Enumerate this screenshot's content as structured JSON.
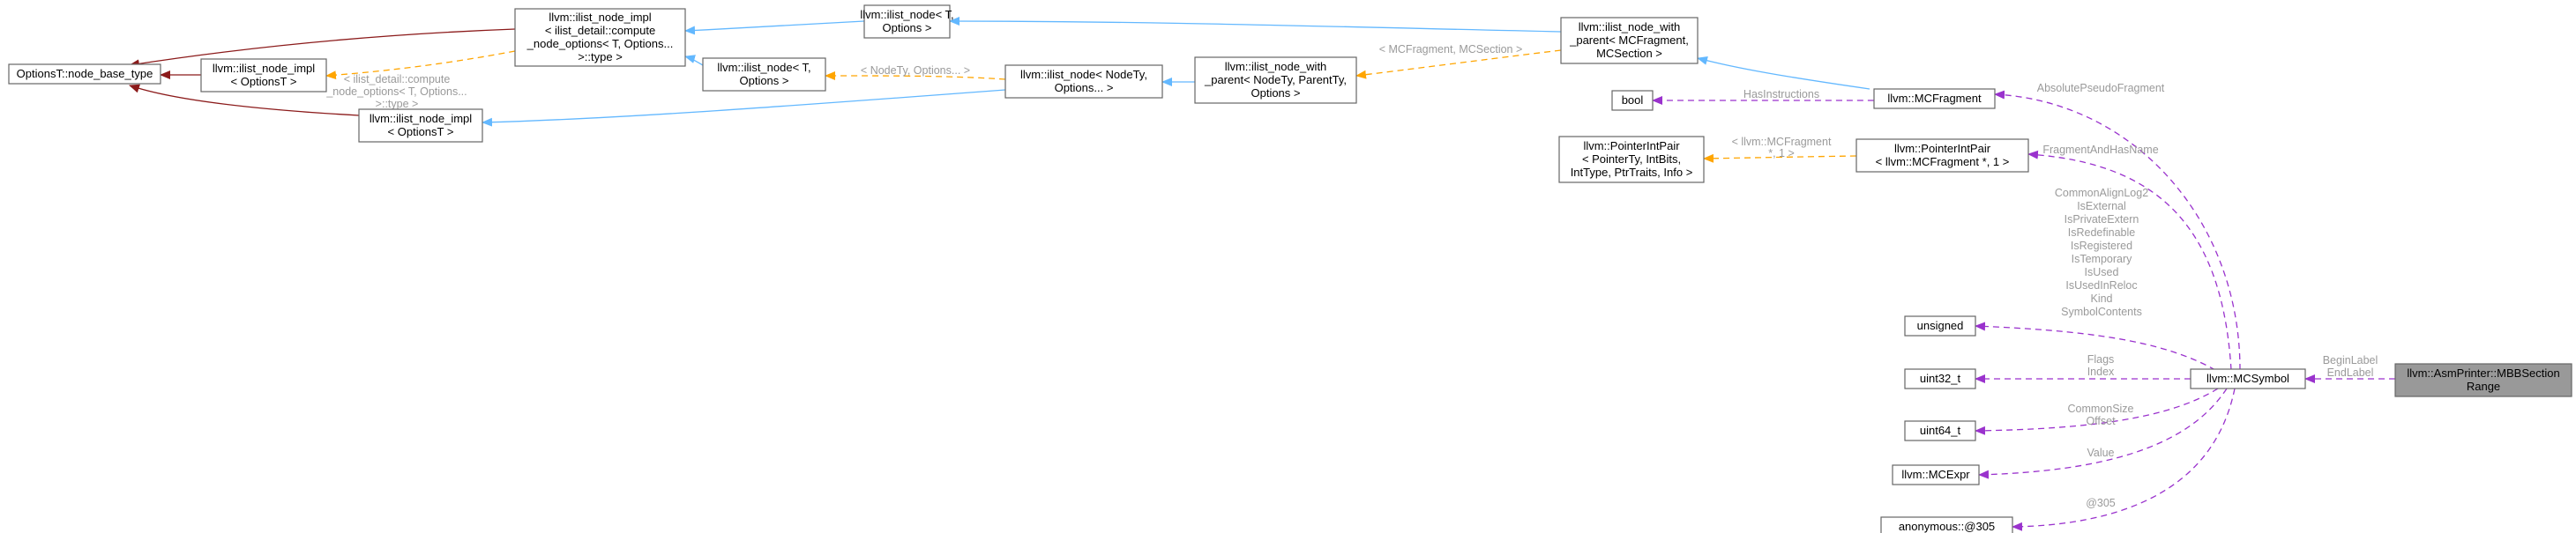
{
  "nodes": [
    {
      "id": "node_base_type",
      "name": "node-optionst-node-base-type",
      "lines": [
        "OptionsT::node_base_type"
      ]
    },
    {
      "id": "impl_optionsT_1",
      "name": "node-ilist-node-impl-optionst-top",
      "lines": [
        "llvm::ilist_node_impl",
        "< OptionsT >"
      ]
    },
    {
      "id": "impl_compute",
      "name": "node-ilist-node-impl-compute",
      "lines": [
        "llvm::ilist_node_impl",
        "< ilist_detail::compute",
        "_node_options< T, Options...",
        ">::type >"
      ]
    },
    {
      "id": "impl_optionsT_2",
      "name": "node-ilist-node-impl-optionst-bottom",
      "lines": [
        "llvm::ilist_node_impl",
        "< OptionsT >"
      ]
    },
    {
      "id": "ilist_node_T_top",
      "name": "node-ilist-node-t-options-top",
      "lines": [
        "llvm::ilist_node< T,",
        "Options >"
      ]
    },
    {
      "id": "ilist_node_T_mid",
      "name": "node-ilist-node-t-options-mid",
      "lines": [
        "llvm::ilist_node< T,",
        "Options >"
      ]
    },
    {
      "id": "ilist_node_NodeTy",
      "name": "node-ilist-node-nodety",
      "lines": [
        "llvm::ilist_node< NodeTy,",
        "Options... >"
      ]
    },
    {
      "id": "with_parent_generic",
      "name": "node-ilist-node-with-parent-generic",
      "lines": [
        "llvm::ilist_node_with",
        "_parent< NodeTy, ParentTy,",
        "Options >"
      ]
    },
    {
      "id": "with_parent_mc",
      "name": "node-ilist-node-with-parent-mcfragment",
      "lines": [
        "llvm::ilist_node_with",
        "_parent< MCFragment,",
        "MCSection >"
      ]
    },
    {
      "id": "bool",
      "name": "node-bool",
      "lines": [
        "bool"
      ]
    },
    {
      "id": "mcfragment",
      "name": "node-mcfragment",
      "lines": [
        "llvm::MCFragment"
      ]
    },
    {
      "id": "pip_generic",
      "name": "node-pointerintpair-generic",
      "lines": [
        "llvm::PointerIntPair",
        "< PointerTy, IntBits,",
        "IntType, PtrTraits, Info >"
      ]
    },
    {
      "id": "pip_mc",
      "name": "node-pointerintpair-mcfragment",
      "lines": [
        "llvm::PointerIntPair",
        "< llvm::MCFragment *, 1 >"
      ]
    },
    {
      "id": "unsigned",
      "name": "node-unsigned",
      "lines": [
        "unsigned"
      ]
    },
    {
      "id": "uint32",
      "name": "node-uint32-t",
      "lines": [
        "uint32_t"
      ]
    },
    {
      "id": "uint64",
      "name": "node-uint64-t",
      "lines": [
        "uint64_t"
      ]
    },
    {
      "id": "mcexpr",
      "name": "node-mcexpr",
      "lines": [
        "llvm::MCExpr"
      ]
    },
    {
      "id": "anon305",
      "name": "node-anonymous-305",
      "lines": [
        "anonymous::@305"
      ]
    },
    {
      "id": "mcsymbol",
      "name": "node-mcsymbol",
      "lines": [
        "llvm::MCSymbol"
      ]
    },
    {
      "id": "mbbsection",
      "name": "node-asmprinter-mbbsectionrange",
      "lines": [
        "llvm::AsmPrinter::MBBSection",
        "Range"
      ]
    }
  ],
  "edge_labels": {
    "compute_tmpl": [
      "< ilist_detail::compute",
      "_node_options< T, Options...",
      ">::type >"
    ],
    "nodety_tmpl": [
      "< NodeTy, Options... >"
    ],
    "mcfragment_tmpl": [
      "< MCFragment, MCSection >"
    ],
    "has_instructions": [
      "HasInstructions"
    ],
    "absolute_pseudo": [
      "AbsolutePseudoFragment"
    ],
    "pip_tmpl": [
      "< llvm::MCFragment",
      "*, 1 >"
    ],
    "fragment_and_has_name": [
      "FragmentAndHasName"
    ],
    "unsigned_members": [
      "CommonAlignLog2",
      "IsExternal",
      "IsPrivateExtern",
      "IsRedefinable",
      "IsRegistered",
      "IsTemporary",
      "IsUsed",
      "IsUsedInReloc",
      "Kind",
      "SymbolContents"
    ],
    "uint32_members": [
      "Flags",
      "Index"
    ],
    "uint64_members": [
      "CommonSize",
      "Offset"
    ],
    "mcexpr_members": [
      "Value"
    ],
    "anon_members": [
      "@305"
    ],
    "mcsymbol_members": [
      "BeginLabel",
      "EndLabel"
    ]
  },
  "colors": {
    "inheritance": "#63b8ff",
    "private_inheritance": "#8b1a1a",
    "template_instance": "#ffa500",
    "usage": "#9a32cd",
    "focus_fill": "#999999"
  }
}
